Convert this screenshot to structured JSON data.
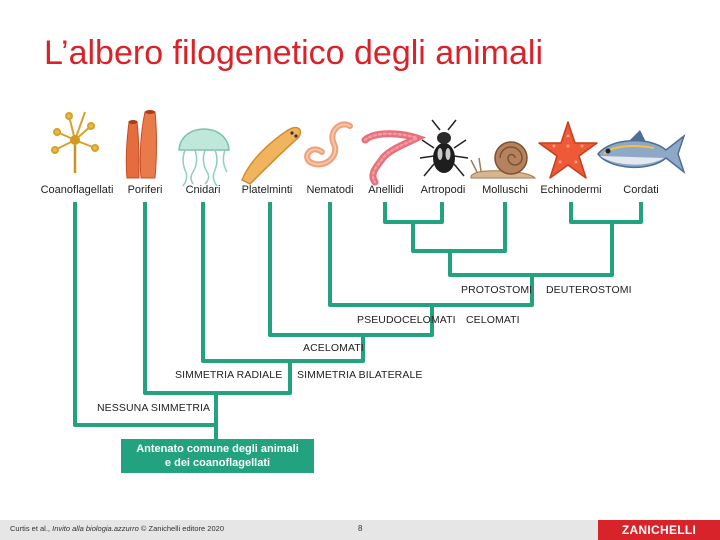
{
  "title": "L’albero filogenetico degli animali",
  "colors": {
    "branch": "#22a27f",
    "title": "#d8232a",
    "brand": "#d8232a"
  },
  "taxa": [
    {
      "label": "Coanoflagellati",
      "icon": "choanoflagellate-icon"
    },
    {
      "label": "Poriferi",
      "icon": "sponge-icon"
    },
    {
      "label": "Cnidari",
      "icon": "jellyfish-icon"
    },
    {
      "label": "Platelminti",
      "icon": "flatworm-icon"
    },
    {
      "label": "Nematodi",
      "icon": "roundworm-icon"
    },
    {
      "label": "Anellidi",
      "icon": "earthworm-icon"
    },
    {
      "label": "Artropodi",
      "icon": "beetle-icon"
    },
    {
      "label": "Molluschi",
      "icon": "snail-icon"
    },
    {
      "label": "Echinodermi",
      "icon": "starfish-icon"
    },
    {
      "label": "Cordati",
      "icon": "fish-icon"
    }
  ],
  "clades": {
    "protostomi": "PROTOSTOMI",
    "deuterostomi": "DEUTEROSTOMI",
    "pseudocelomati": "PSEUDOCELOMATI",
    "celomati": "CELOMATI",
    "acelomati": "ACELOMATI",
    "simmetria_radiale": "SIMMETRIA RADIALE",
    "simmetria_bilaterale": "SIMMETRIA BILATERALE",
    "nessuna_simmetria": "NESSUNA SIMMETRIA"
  },
  "ancestor": {
    "line1": "Antenato comune degli animali",
    "line2": "e dei coanoflagellati"
  },
  "footer": {
    "credit_prefix": "Curtis et al., ",
    "credit_book": "Invito alla biologia.azzurro",
    "credit_suffix": " © Zanichelli editore 2020",
    "page": "8",
    "brand": "ZANICHELLI"
  }
}
